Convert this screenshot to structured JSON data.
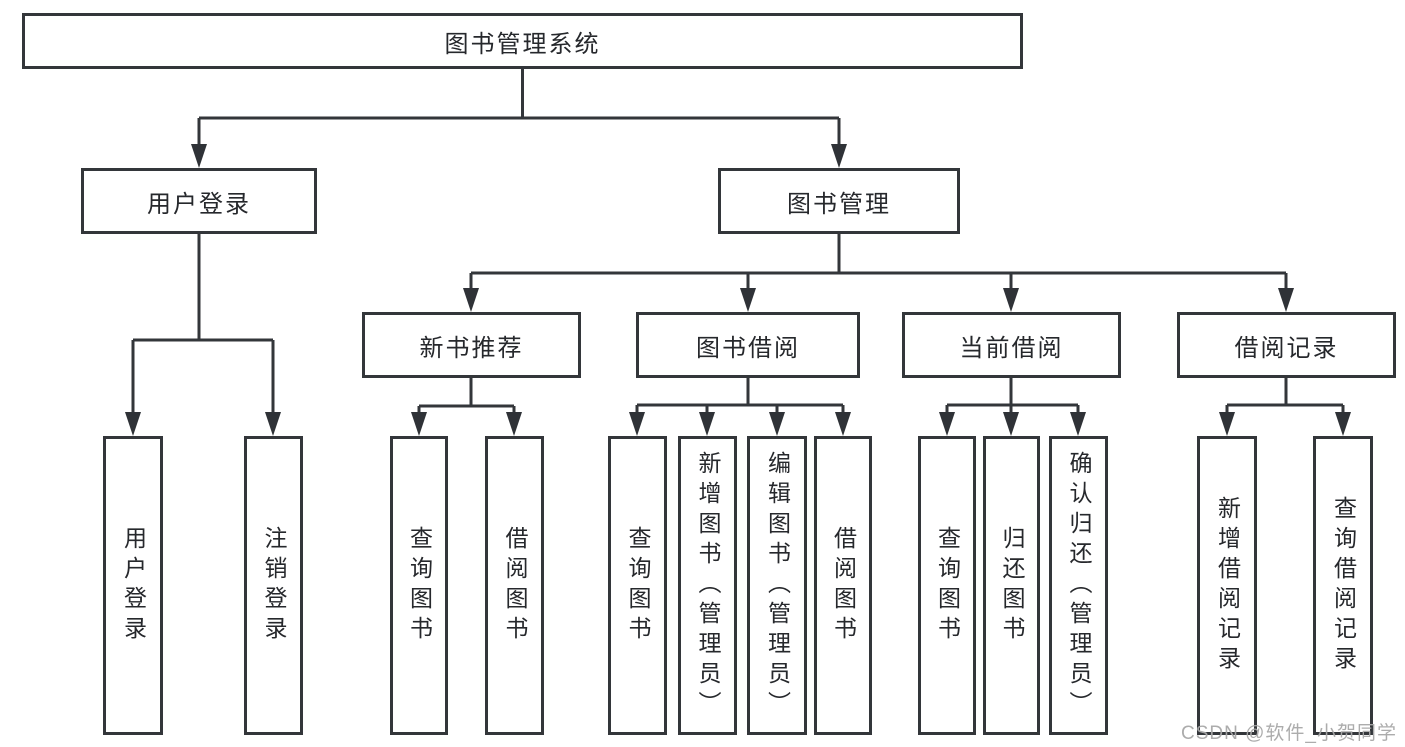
{
  "diagram": {
    "root": "图书管理系统",
    "user_login": {
      "label": "用户登录",
      "children": [
        "用户登录",
        "注销登录"
      ]
    },
    "book_management": {
      "label": "图书管理",
      "sections": [
        {
          "label": "新书推荐",
          "children": [
            "查询图书",
            "借阅图书"
          ]
        },
        {
          "label": "图书借阅",
          "children": [
            "查询图书",
            "新增图书（管理员）",
            "编辑图书（管理员）",
            "借阅图书"
          ]
        },
        {
          "label": "当前借阅",
          "children": [
            "查询图书",
            "归还图书",
            "确认归还（管理员）"
          ]
        },
        {
          "label": "借阅记录",
          "children": [
            "新增借阅记录",
            "查询借阅记录"
          ]
        }
      ]
    }
  },
  "colors": {
    "line": "#33363a",
    "text": "#26282c",
    "watermark": "#a8a8a8"
  },
  "watermark": {
    "text": "CSDN @软件_小贺同学"
  }
}
